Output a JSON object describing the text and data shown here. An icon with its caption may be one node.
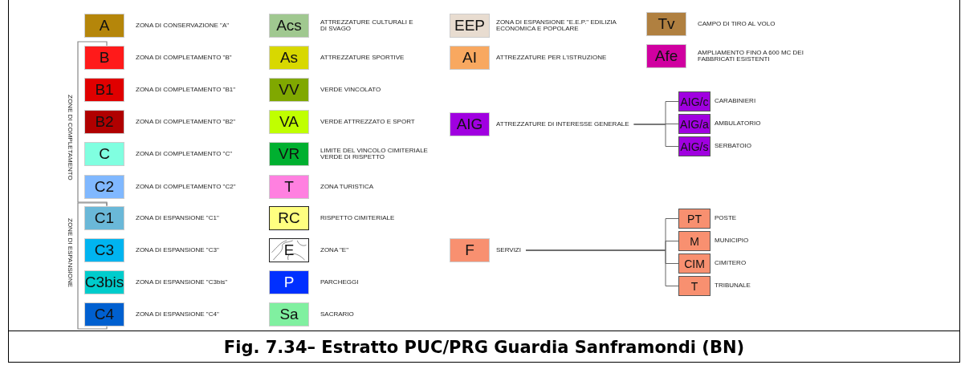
{
  "diagram": {
    "caption": "Fig. 7.34– Estratto PUC/PRG Guardia Sanframondi (BN)",
    "nodes": [
      {
        "text": [
          "A"
        ],
        "beside": [
          "ZONA DI CONSERVAZIONE \"A\""
        ]
      },
      {
        "text": [
          "B"
        ],
        "beside": [
          "ZONA DI COMPLETAMENTO \"B\""
        ]
      },
      {
        "text": [
          "B1"
        ],
        "beside": [
          "ZONA DI COMPLETAMENTO \"B1\""
        ]
      },
      {
        "text": [
          "B2"
        ],
        "beside": [
          "ZONA DI COMPLETAMENTO \"B2\""
        ]
      },
      {
        "text": [
          "C"
        ],
        "beside": [
          "ZONA DI COMPLETAMENTO \"C\""
        ]
      },
      {
        "text": [
          "C2"
        ],
        "beside": [
          "ZONA DI COMPLETAMENTO \"C2\""
        ]
      },
      {
        "text": [
          "C1"
        ],
        "beside": [
          "ZONA DI ESPANSIONE \"C1\""
        ]
      },
      {
        "text": [
          "C3"
        ],
        "beside": [
          "ZONA DI ESPANSIONE \"C3\""
        ]
      },
      {
        "text": [
          "C3bis"
        ],
        "beside": [
          "ZONA DI ESPANSIONE \"C3bis\""
        ]
      },
      {
        "text": [
          "C4"
        ],
        "beside": [
          "ZONA DI ESPANSIONE \"C4\""
        ]
      },
      {
        "text": [
          "Acs"
        ],
        "beside": [
          "ATTREZZATURE CULTURALI E DI SVAGO"
        ]
      },
      {
        "text": [
          "As"
        ],
        "beside": [
          "ATTREZZATURE SPORTIVE"
        ]
      },
      {
        "text": [
          "VV"
        ],
        "beside": [
          "VERDE VINCOLATO"
        ]
      },
      {
        "text": [
          "VA"
        ],
        "beside": [
          "VERDE ATTREZZATO E SPORT"
        ]
      },
      {
        "text": [
          "VR"
        ],
        "beside": [
          "LIMITE DEL VINCOLO CIMITERIALE VERDE DI RISPETTO"
        ]
      },
      {
        "text": [
          "T"
        ],
        "beside": [
          "ZONA TURISTICA"
        ]
      },
      {
        "text": [
          "RC"
        ],
        "beside": [
          "RISPETTO CIMITERIALE"
        ]
      },
      {
        "text": [
          "E"
        ],
        "beside": [
          "ZONA \"E\""
        ]
      },
      {
        "text": [
          "P"
        ],
        "beside": [
          "PARCHEGGI"
        ]
      },
      {
        "text": [
          "Sa"
        ],
        "beside": [
          "SACRARIO"
        ]
      },
      {
        "text": [
          "EEP"
        ],
        "beside": [
          "ZONA DI ESPANSIONE \"E.E.P.\" EDILIZIA ECONOMICA E POPOLARE"
        ]
      },
      {
        "text": [
          "Tv"
        ],
        "beside": [
          "CAMPO DI TIRO AL VOLO"
        ]
      },
      {
        "text": [
          "AI"
        ],
        "beside": [
          "ATTREZZATURE PER L'ISTRUZIONE"
        ]
      },
      {
        "text": [
          "Afe"
        ],
        "beside": [
          "AMPLIAMENTO FINO A 600 MC DEI FABBRICATI ESISTENTI"
        ]
      },
      {
        "text": [
          "AIG"
        ],
        "beside": [
          "ATTREZZATURE DI INTERESSE GENERALE"
        ]
      },
      {
        "text": [
          "AIG/c"
        ],
        "beside": [
          "CARABINIERI"
        ]
      },
      {
        "text": [
          "AIG/a"
        ],
        "beside": [
          "AMBULATORIO"
        ]
      },
      {
        "text": [
          "AIG/s"
        ],
        "beside": [
          "SERBATOIO"
        ]
      },
      {
        "text": [
          "F"
        ],
        "beside": [
          "SERVIZI"
        ]
      },
      {
        "text": [
          "PT"
        ],
        "beside": [
          "POSTE"
        ]
      },
      {
        "text": [
          "M"
        ],
        "beside": [
          "MUNICIPIO"
        ]
      },
      {
        "text": [
          "CIM"
        ],
        "beside": [
          "CIMITERO"
        ]
      },
      {
        "text": [
          "T"
        ],
        "beside": [
          "TRIBUNALE"
        ]
      }
    ],
    "edges": [
      {
        "from": 24,
        "to": 25,
        "arrow": "none"
      },
      {
        "from": 24,
        "to": 26,
        "arrow": "none"
      },
      {
        "from": 24,
        "to": 27,
        "arrow": "none"
      },
      {
        "from": 28,
        "to": 29,
        "arrow": "none"
      },
      {
        "from": 28,
        "to": 30,
        "arrow": "none"
      },
      {
        "from": 28,
        "to": 31,
        "arrow": "none"
      },
      {
        "from": 28,
        "to": 32,
        "arrow": "none"
      }
    ],
    "labels": [
      "ZONE DI COMPLETAMENTO",
      "ZONE DI ESPANSIONE"
    ]
  }
}
